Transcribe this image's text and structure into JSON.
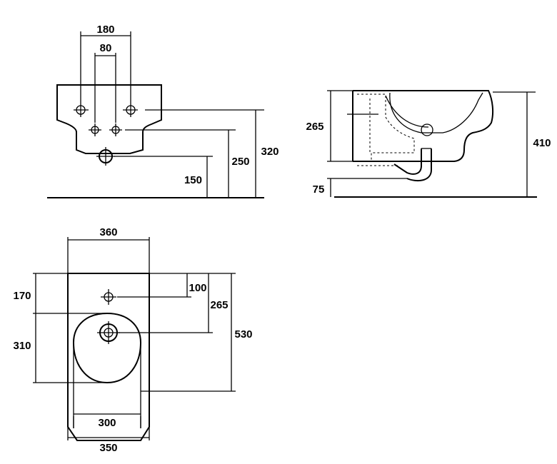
{
  "front_view": {
    "dim_outer_holes": "180",
    "dim_inner_holes": "80",
    "dim_drain_height": "150",
    "dim_lower_holes_height": "250",
    "dim_upper_holes_height": "320"
  },
  "side_view": {
    "dim_bowl_height": "265",
    "dim_total_height": "410",
    "dim_trap_drop": "75"
  },
  "top_view": {
    "dim_width": "360",
    "dim_tap_offset": "100",
    "dim_drain_offset": "265",
    "dim_total_depth": "530",
    "dim_back_section": "170",
    "dim_front_section": "310",
    "dim_bowl_width": "300",
    "dim_base_width": "350"
  }
}
